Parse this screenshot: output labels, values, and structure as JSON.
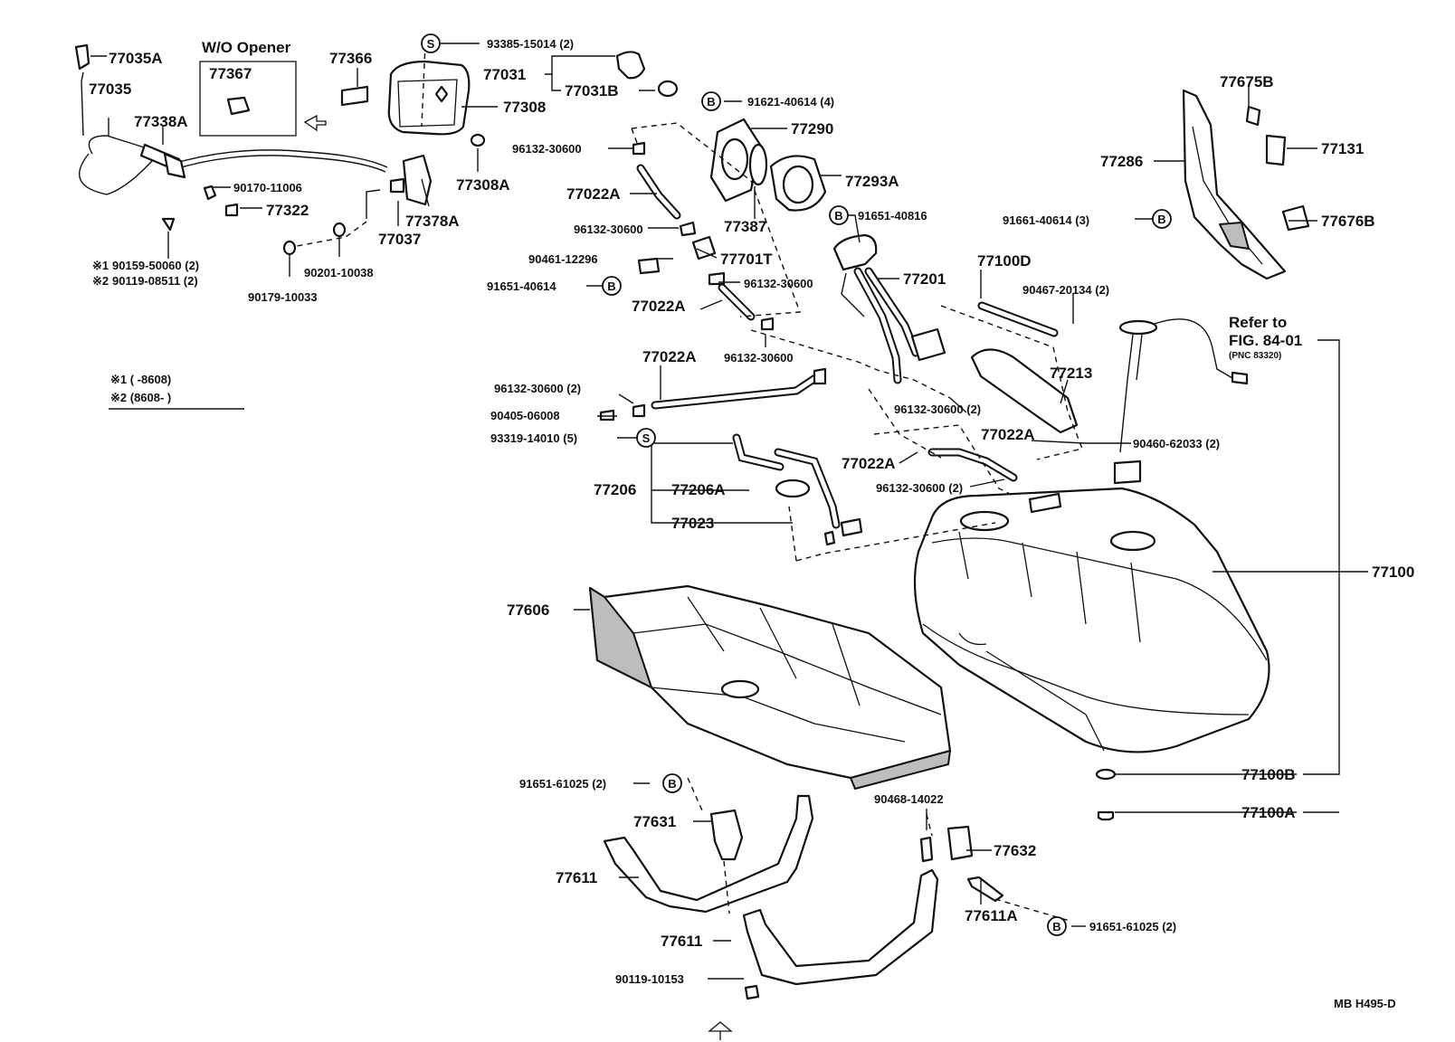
{
  "header": {
    "wo_opener": "W/O Opener"
  },
  "labels": {
    "p77035A": "77035A",
    "p77035": "77035",
    "p77367": "77367",
    "p77366": "77366",
    "p77338A": "77338A",
    "p90170": "90170-11006",
    "p77322": "77322",
    "n90159": "90159-50060 (2)",
    "n90119a": "90119-08511 (2)",
    "p90201": "90201-10038",
    "p90179": "90179-10033",
    "p77037": "77037",
    "p77378A": "77378A",
    "p93385": "93385-15014 (2)",
    "p77031": "77031",
    "p77031B": "77031B",
    "p77308": "77308",
    "p77308A": "77308A",
    "p91621": "91621-40614 (4)",
    "p77290": "77290",
    "p77293A": "77293A",
    "p77387": "77387",
    "p96132a": "96132-30600",
    "p77022Aa": "77022A",
    "p96132b": "96132-30600",
    "p90461": "90461-12296",
    "p77701T": "77701T",
    "p91651a": "91651-40614",
    "p96132c": "96132-30600",
    "p77022Ab": "77022A",
    "p96132d": "96132-30600",
    "p77022Ac": "77022A",
    "p96132e": "96132-30600 (2)",
    "p90405": "90405-06008",
    "p93319": "93319-14010 (5)",
    "p91651b": "91651-40816",
    "p77201": "77201",
    "p77100D": "77100D",
    "p90467": "90467-20134 (2)",
    "p77213": "77213",
    "p96132f": "96132-30600 (2)",
    "p77022Ad": "77022A",
    "p77022Ae": "77022A",
    "p96132g": "96132-30600 (2)",
    "p90460": "90460-62033 (2)",
    "p77206": "77206",
    "p77206A": "77206A",
    "p77023": "77023",
    "p77675B": "77675B",
    "p77286": "77286",
    "p77131": "77131",
    "p91661": "91661-40614 (3)",
    "p77676B": "77676B",
    "refer1": "Refer to",
    "refer2": "FIG. 84-01",
    "refer3": "(PNC 83320)",
    "p77100": "77100",
    "p77606": "77606",
    "p91651c": "91651-61025 (2)",
    "p77631": "77631",
    "p77611a": "77611",
    "p77611b": "77611",
    "p90119b": "90119-10153",
    "p90468": "90468-14022",
    "p77632": "77632",
    "p77611A": "77611A",
    "p91651d": "91651-61025 (2)",
    "p77100B": "77100B",
    "p77100A": "77100A"
  },
  "notes": {
    "mark1": "※1",
    "mark2": "※2",
    "note1": "※1 (        -8608)",
    "note2": "※2 (8608-        )"
  },
  "symbols": {
    "s_letter": "S",
    "b_letter": "B"
  },
  "footer": {
    "code": "MB  H495-D"
  },
  "colors": {
    "line": "#111111",
    "shade": "#bdbdbd",
    "background": "#ffffff"
  }
}
